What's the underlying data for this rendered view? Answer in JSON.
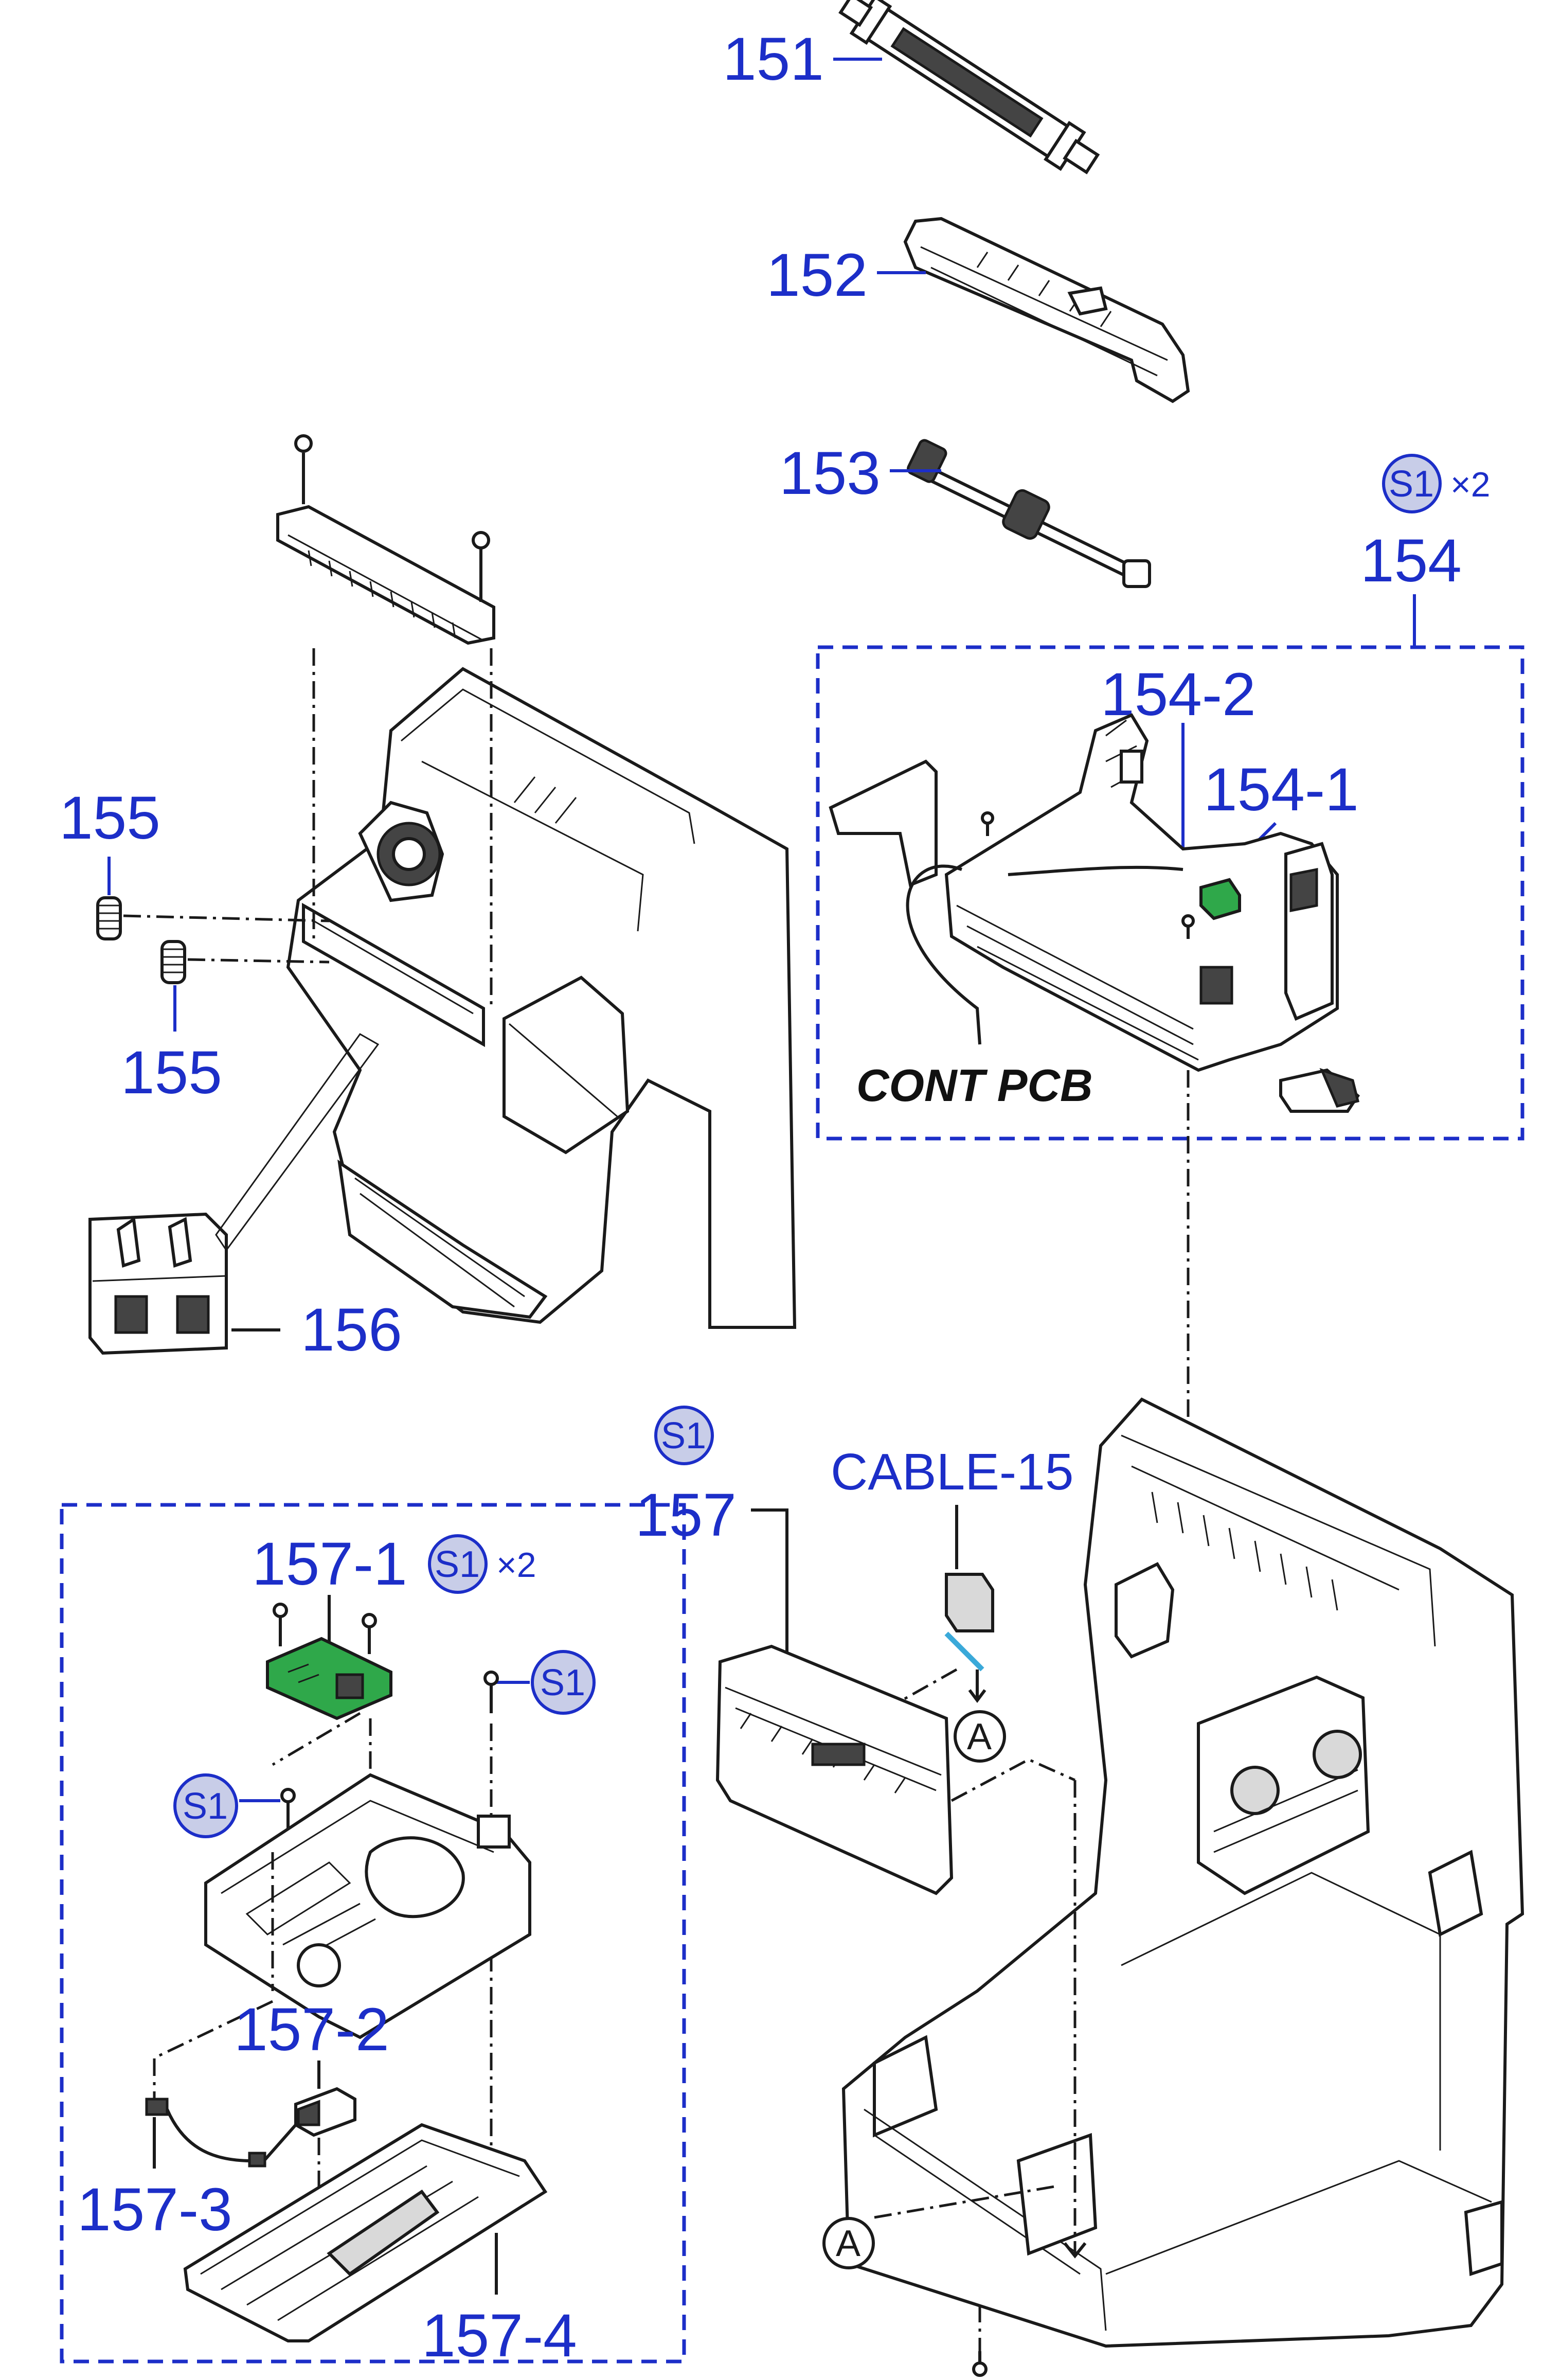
{
  "labels": {
    "p151": "151",
    "p152": "152",
    "p153": "153",
    "p154": "154",
    "p154_1": "154-1",
    "p154_2": "154-2",
    "p155a": "155",
    "p155b": "155",
    "p156": "156",
    "p157": "157",
    "p157_1": "157-1",
    "p157_2": "157-2",
    "p157_3": "157-3",
    "p157_4": "157-4",
    "cont_pcb": "CONT PCB",
    "cable15": "CABLE-15"
  },
  "screw_marks": {
    "s1": "S1",
    "mult_154": "×2",
    "mult_157_1": "×2"
  },
  "connection_marks": {
    "a": "A"
  },
  "colors": {
    "label_blue": "#1c2ec8",
    "pcb_green": "#2fa84a",
    "screw_fill": "#c8cde8",
    "line_black": "#1a1a1a"
  }
}
